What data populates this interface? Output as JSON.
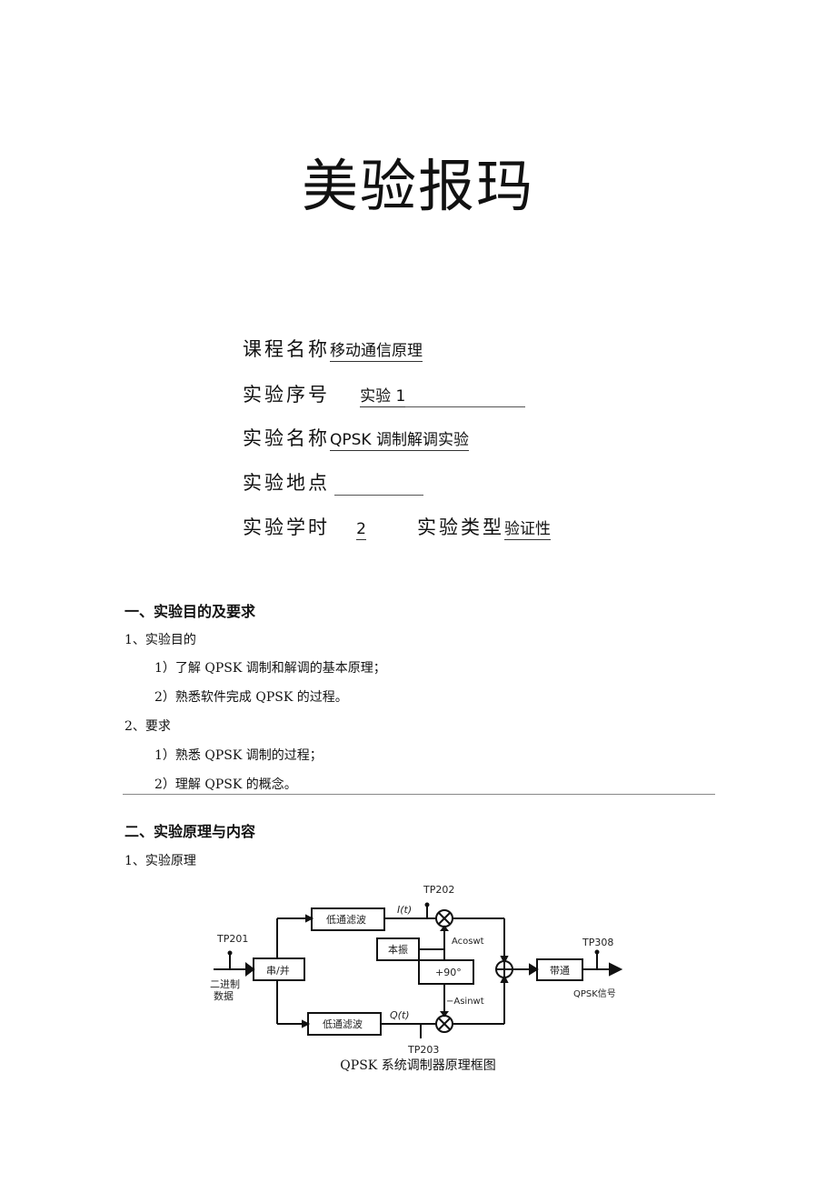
{
  "document": {
    "title": "美验报玛",
    "form": {
      "course": {
        "label": "课程名称",
        "value": "移动通信原理"
      },
      "sequence": {
        "label": "实验序号",
        "value": "实验 1"
      },
      "name": {
        "label": "实验名称",
        "value": "QPSK 调制解调实验"
      },
      "location": {
        "label": "实验地点",
        "value": ""
      },
      "hours": {
        "label": "实验学时",
        "value": "2"
      },
      "type": {
        "label": "实验类型",
        "value": "验证性"
      }
    },
    "section1": {
      "heading": "一、实验目的及要求",
      "sub1": {
        "heading": "1、实验目的",
        "items": [
          "1）了解 QPSK 调制和解调的基本原理；",
          "2）熟悉软件完成 QPSK 的过程。"
        ]
      },
      "sub2": {
        "heading": "2、要求",
        "items": [
          "1）熟悉 QPSK 调制的过程；",
          "2）理解 QPSK 的概念。"
        ]
      }
    },
    "section2": {
      "heading": "二、实验原理与内容",
      "sub1": {
        "heading": "1、实验原理"
      }
    },
    "figure": {
      "caption": "QPSK 系统调制器原理框图",
      "labels": {
        "tp201": "TP201",
        "tp202": "TP202",
        "tp203": "TP203",
        "tp308": "TP308",
        "input": "二进制",
        "input2": "数据",
        "serial_parallel": "串/并",
        "lpf_top": "低通滤波",
        "lpf_bottom": "低通滤波",
        "oscillator": "本振",
        "phase_shift": "+90°",
        "bandpass": "带通",
        "i_t": "I(t)",
        "q_t": "Q(t)",
        "cos": "Acoswt",
        "sin": "−Asinwt",
        "output": "QPSK信号"
      }
    }
  }
}
